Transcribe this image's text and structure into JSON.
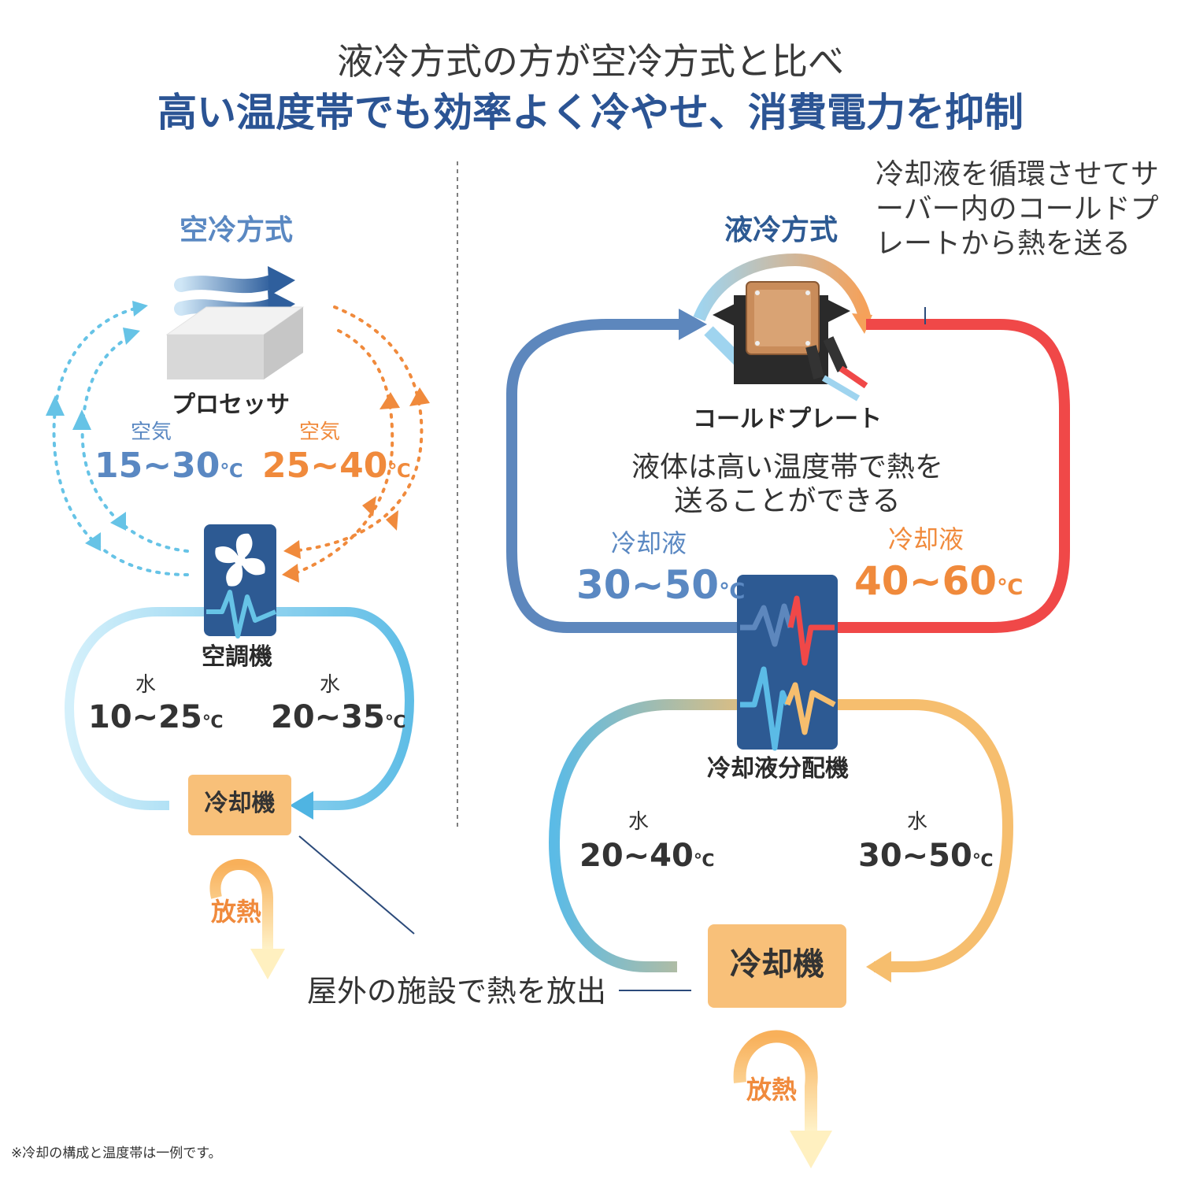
{
  "title": {
    "line1": "液冷方式の方が空冷方式と比べ",
    "line2": "高い温度帯でも効率よく冷やせ、消費電力を抑制"
  },
  "air_cooling": {
    "method_label": "空冷方式",
    "processor_label": "プロセッサ",
    "air_in": {
      "medium": "空気",
      "range": "15~30",
      "unit": "℃"
    },
    "air_out": {
      "medium": "空気",
      "range": "25~40",
      "unit": "℃"
    },
    "air_conditioner_label": "空調機",
    "water_supply": {
      "medium": "水",
      "range": "10~25",
      "unit": "℃"
    },
    "water_return": {
      "medium": "水",
      "range": "20~35",
      "unit": "℃"
    },
    "chiller_label": "冷却機",
    "heat_release_label": "放熱"
  },
  "liquid_cooling": {
    "method_label": "液冷方式",
    "note": "冷却液を循環させてサーバー内のコールドプレートから熱を送る",
    "cold_plate_label": "コールドプレート",
    "center_note": "液体は高い温度帯で熱を送ることができる",
    "coolant_supply": {
      "medium": "冷却液",
      "range": "30~50",
      "unit": "℃"
    },
    "coolant_return": {
      "medium": "冷却液",
      "range": "40~60",
      "unit": "℃"
    },
    "cdu_label": "冷却液分配機",
    "water_supply": {
      "medium": "水",
      "range": "20~40",
      "unit": "℃"
    },
    "water_return": {
      "medium": "水",
      "range": "30~50",
      "unit": "℃"
    },
    "chiller_label": "冷却機",
    "heat_release_label": "放熱"
  },
  "outdoor_label": "屋外の施設で熱を放出",
  "footnote": "※冷却の構成と温度帯は一例です。",
  "colors": {
    "title_blue": "#2b5494",
    "air_blue": "#5a88c2",
    "orange": "#f08a3c",
    "hot_red": "#f04848",
    "cool_blue": "#5d87bd",
    "water_light": "#5bbbe6",
    "water_warm": "#f6be6e",
    "device_navy": "#2d5a93",
    "chiller_orange": "#f8c079"
  }
}
